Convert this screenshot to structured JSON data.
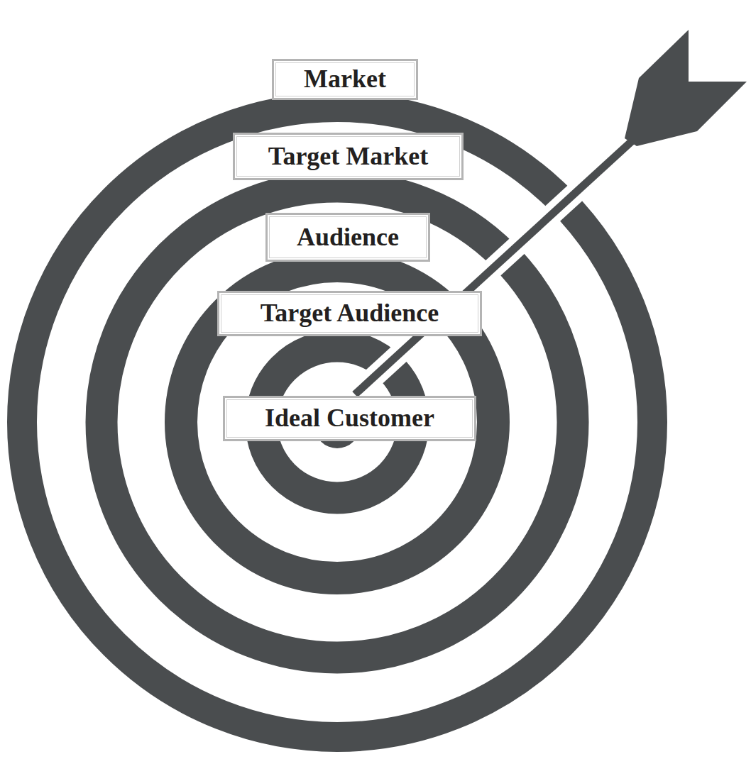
{
  "diagram": {
    "nodes": [
      {
        "text": [
          "Market"
        ]
      },
      {
        "text": [
          "Target Market"
        ]
      },
      {
        "text": [
          "Audience"
        ]
      },
      {
        "text": [
          "Target Audience"
        ]
      },
      {
        "text": [
          "Ideal Customer"
        ]
      }
    ]
  }
}
